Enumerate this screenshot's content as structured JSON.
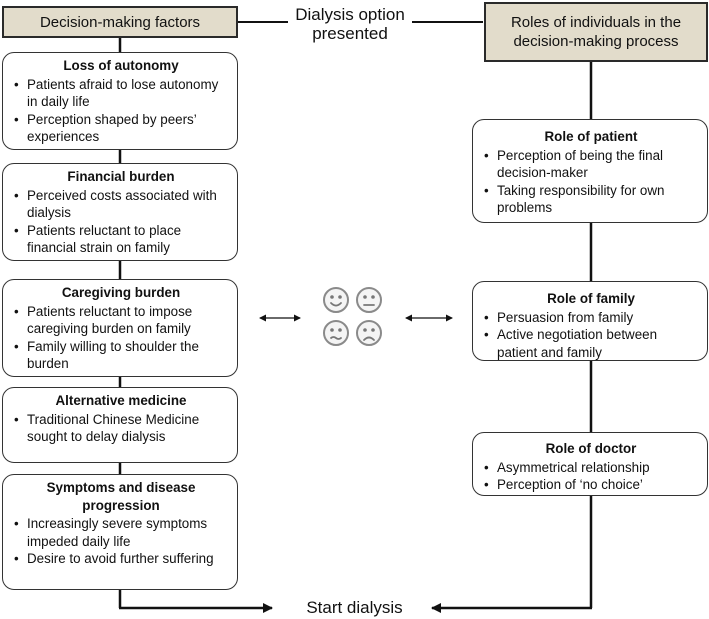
{
  "headers": {
    "left": "Decision-making factors",
    "center": "Dialysis option presented",
    "right": "Roles of individuals in the decision-making process"
  },
  "factors": [
    {
      "title": "Loss of autonomy",
      "points": [
        "Patients afraid to lose autonomy in daily life",
        "Perception shaped by peers’ experiences"
      ]
    },
    {
      "title": "Financial burden",
      "points": [
        "Perceived costs associated with dialysis",
        "Patients reluctant to place financial strain on family"
      ]
    },
    {
      "title": "Caregiving burden",
      "points": [
        "Patients reluctant to impose caregiving burden on family",
        "Family willing to shoulder the burden"
      ]
    },
    {
      "title": "Alternative medicine",
      "points": [
        "Traditional Chinese Medicine sought to delay dialysis"
      ]
    },
    {
      "title": "Symptoms and disease progression",
      "points": [
        "Increasingly severe symptoms impeded daily life",
        "Desire to avoid further suffering"
      ]
    }
  ],
  "roles": [
    {
      "title": "Role of patient",
      "points": [
        "Perception of being the final decision-maker",
        "Taking responsibility for own problems"
      ]
    },
    {
      "title": "Role of family",
      "points": [
        "Persuasion from family",
        "Active negotiation between patient and family"
      ]
    },
    {
      "title": "Role of doctor",
      "points": [
        "Asymmetrical relationship",
        "Perception of ‘no choice’"
      ]
    }
  ],
  "outcome": "Start dialysis",
  "icons": [
    "smiling-face-icon",
    "neutral-face-icon",
    "worried-face-icon",
    "sad-face-icon"
  ]
}
